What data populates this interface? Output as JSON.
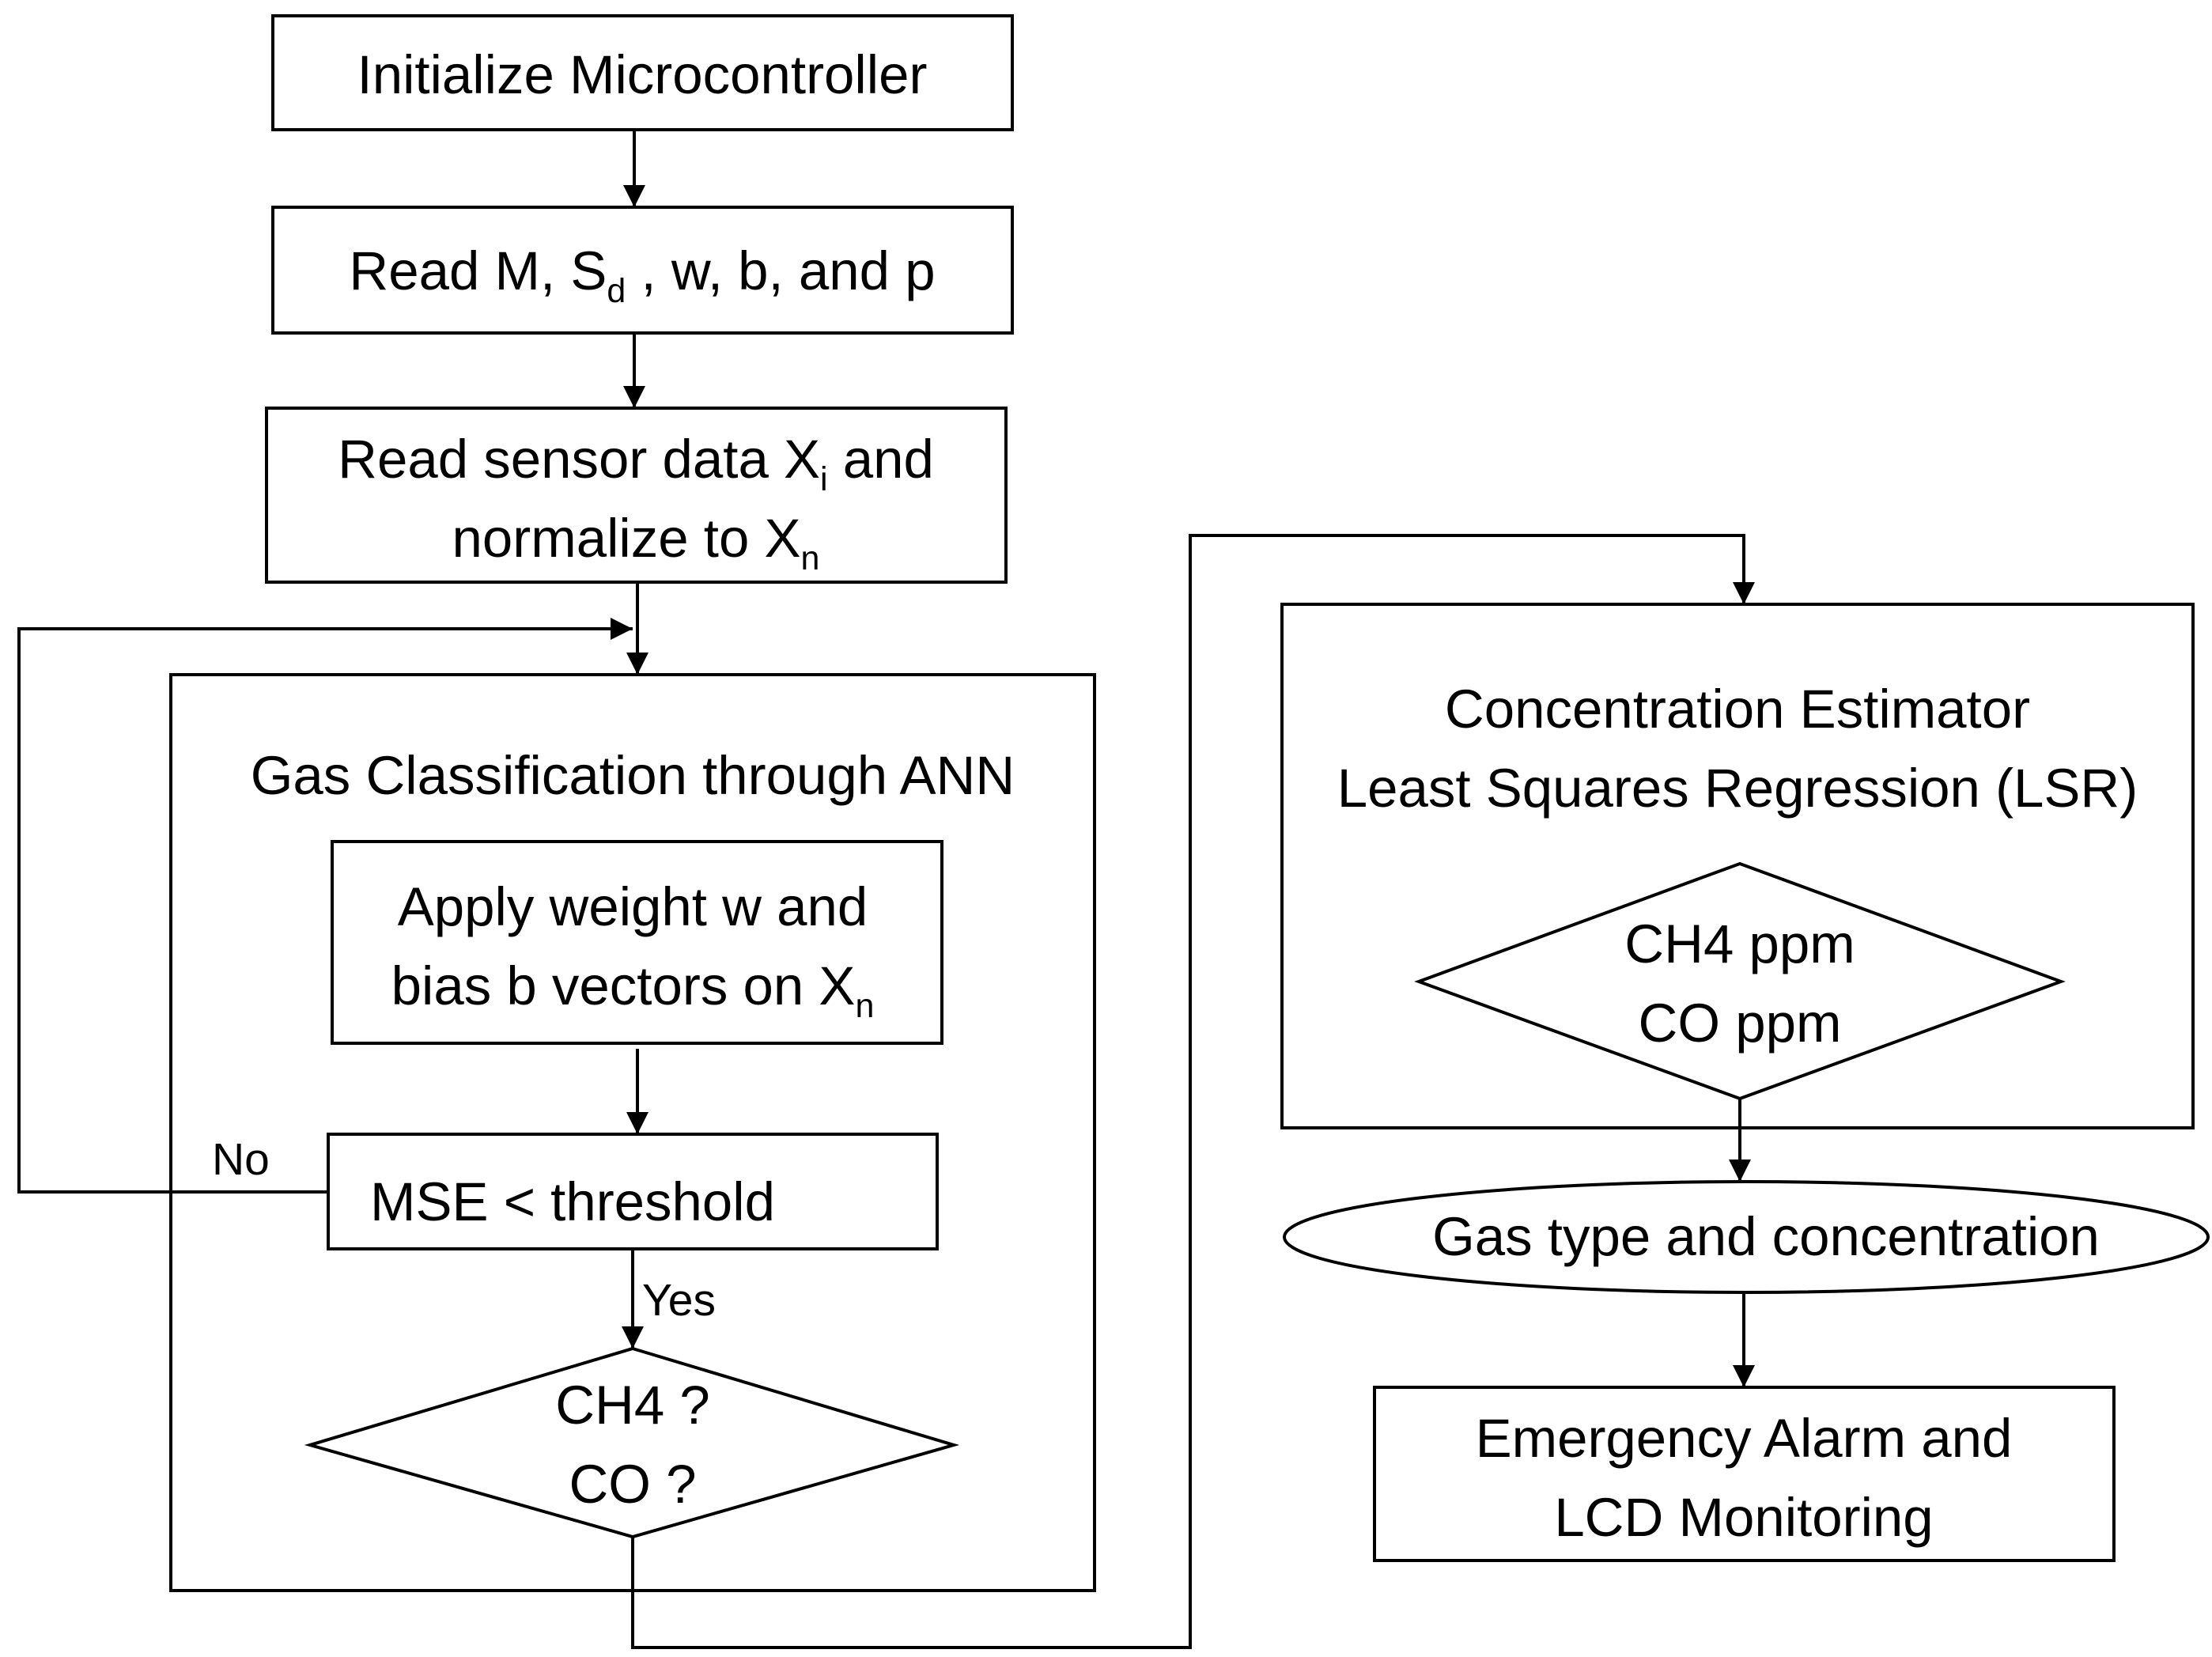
{
  "nodes": {
    "init": "Initialize Microcontroller",
    "read_params": {
      "prefix": "Read M, S",
      "sub": "d",
      "suffix": " , w, b, and p"
    },
    "read_sensor": {
      "line1_prefix": "Read sensor data X",
      "line1_sub": "i",
      "line1_suffix": " and",
      "line2_prefix": "normalize to X",
      "line2_sub": "n"
    },
    "ann_group": "Gas Classification through ANN",
    "apply_weight": {
      "line1": "Apply weight w and",
      "line2_prefix": "bias b vectors on X",
      "line2_sub": "n"
    },
    "mse": "MSE < threshold",
    "gas_decision": {
      "line1": "CH4 ?",
      "line2": "CO ?"
    },
    "estimator_group": {
      "line1": "Concentration Estimator",
      "line2": "Least Squares Regression (LSR)"
    },
    "ppm_decision": {
      "line1": "CH4 ppm",
      "line2": "CO ppm"
    },
    "output": "Gas type and concentration",
    "alarm": {
      "line1": "Emergency Alarm and",
      "line2": "LCD Monitoring"
    }
  },
  "edge_labels": {
    "no": "No",
    "yes": "Yes"
  }
}
